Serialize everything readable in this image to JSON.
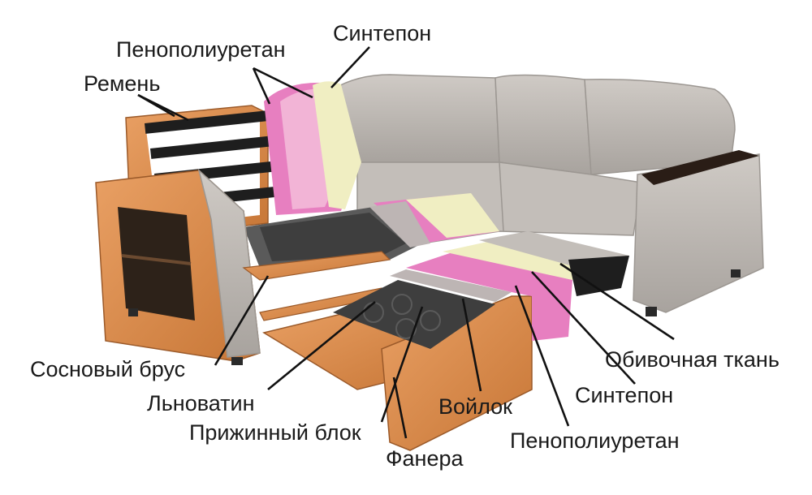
{
  "labels": {
    "sintepon_top": "Синтепон",
    "penopoliuretan_top": "Пенополиуретан",
    "remen": "Ремень",
    "sosnovy_brus": "Сосновый брус",
    "lnovatin": "Льноватин",
    "pruzhinny_blok": "Прижинный блок",
    "fanera": "Фанера",
    "voylok": "Войлок",
    "penopoliuretan_bottom": "Пенополиуретан",
    "sintepon_bottom": "Синтепон",
    "obivochnaya_tkan": "Обивочная ткань"
  },
  "colors": {
    "upholstery": "#bdb8b3",
    "wood": "#d98a4e",
    "foam": "#e77fc0",
    "sintepon": "#f0eec2",
    "felt": "#bdb5b4",
    "springs": "#3e3e3e",
    "belt": "#1e1e1e"
  }
}
